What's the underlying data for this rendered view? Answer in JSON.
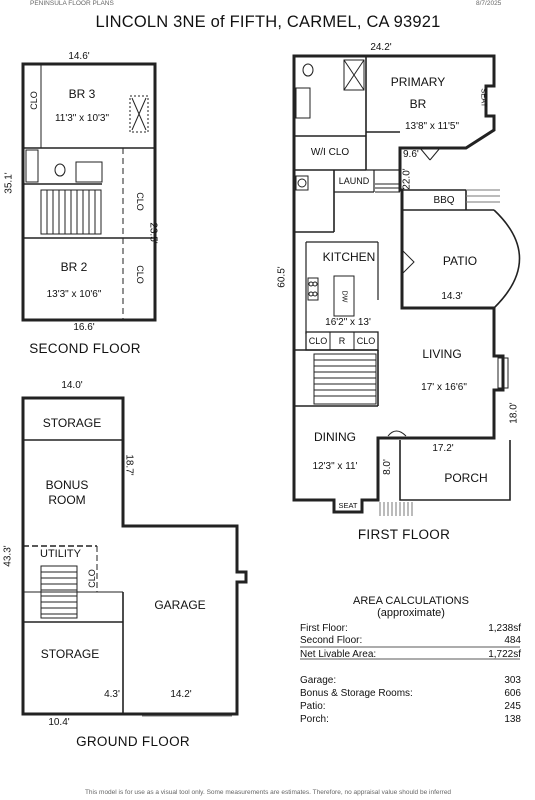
{
  "header": {
    "left": "PENINSULA FLOOR PLANS",
    "right": "8/7/2025",
    "title": "LINCOLN 3NE of FIFTH, CARMEL, CA  93921"
  },
  "second_floor": {
    "label": "SECOND FLOOR",
    "dims": {
      "top": "14.6'",
      "left": "35.1'",
      "right": "23.5'",
      "bottom": "16.6'"
    },
    "rooms": [
      {
        "name": "BR 3",
        "size": "11'3\" x 10'3\""
      },
      {
        "name": "BR 2",
        "size": "13'3\" x 10'6\""
      }
    ],
    "clo": [
      "CLO",
      "CLO",
      "CLO"
    ]
  },
  "first_floor": {
    "label": "FIRST FLOOR",
    "dims": {
      "top": "24.2'",
      "left": "60.5'",
      "right": "18.0'",
      "primary_side": "9.6'",
      "hall": "22.0'",
      "patio": "14.3'",
      "living": "17.2'",
      "porch": "8.0'"
    },
    "rooms": {
      "primary": {
        "name1": "PRIMARY",
        "name2": "BR",
        "size": "13'8\" x 11'5\""
      },
      "wcl": "W/I CLO",
      "laund": "LAUND",
      "kitchen": {
        "name": "KITCHEN",
        "size": "16'2\" x 13'"
      },
      "dw": "DW",
      "clo1": "CLO",
      "r": "R",
      "clo2": "CLO",
      "patio": "PATIO",
      "bbq": "BBQ",
      "living": {
        "name": "LIVING",
        "size": "17' x 16'6\""
      },
      "dining": {
        "name": "DINING",
        "size": "12'3\" x 11'"
      },
      "porch": "PORCH",
      "seat_top": "SEAT",
      "seat_bottom": "SEAT"
    }
  },
  "ground_floor": {
    "label": "GROUND FLOOR",
    "dims": {
      "top": "14.0'",
      "left": "43.3'",
      "inner": "18.7'",
      "bottom_a": "4.3'",
      "bottom_b": "14.2'",
      "bottom_c": "10.4'"
    },
    "rooms": {
      "storage1": "STORAGE",
      "bonus1": "BONUS",
      "bonus2": "ROOM",
      "utility": "UTILITY",
      "clo": "CLO",
      "garage": "GARAGE",
      "storage2": "STORAGE"
    }
  },
  "area": {
    "title": "AREA CALCULATIONS",
    "subtitle": "(approximate)",
    "rows1": [
      {
        "label": "First Floor:",
        "value": "1,238sf"
      },
      {
        "label": "Second Floor:",
        "value": "484"
      },
      {
        "label": "Net Livable Area:",
        "value": "1,722sf"
      }
    ],
    "rows2": [
      {
        "label": "Garage:",
        "value": "303"
      },
      {
        "label": "Bonus & Storage Rooms:",
        "value": "606"
      },
      {
        "label": "Patio:",
        "value": "245"
      },
      {
        "label": "Porch:",
        "value": "138"
      }
    ]
  },
  "footer": "This model is for use as a visual tool only. Some measurements are estimates. Therefore, no appraisal value should be inferred"
}
